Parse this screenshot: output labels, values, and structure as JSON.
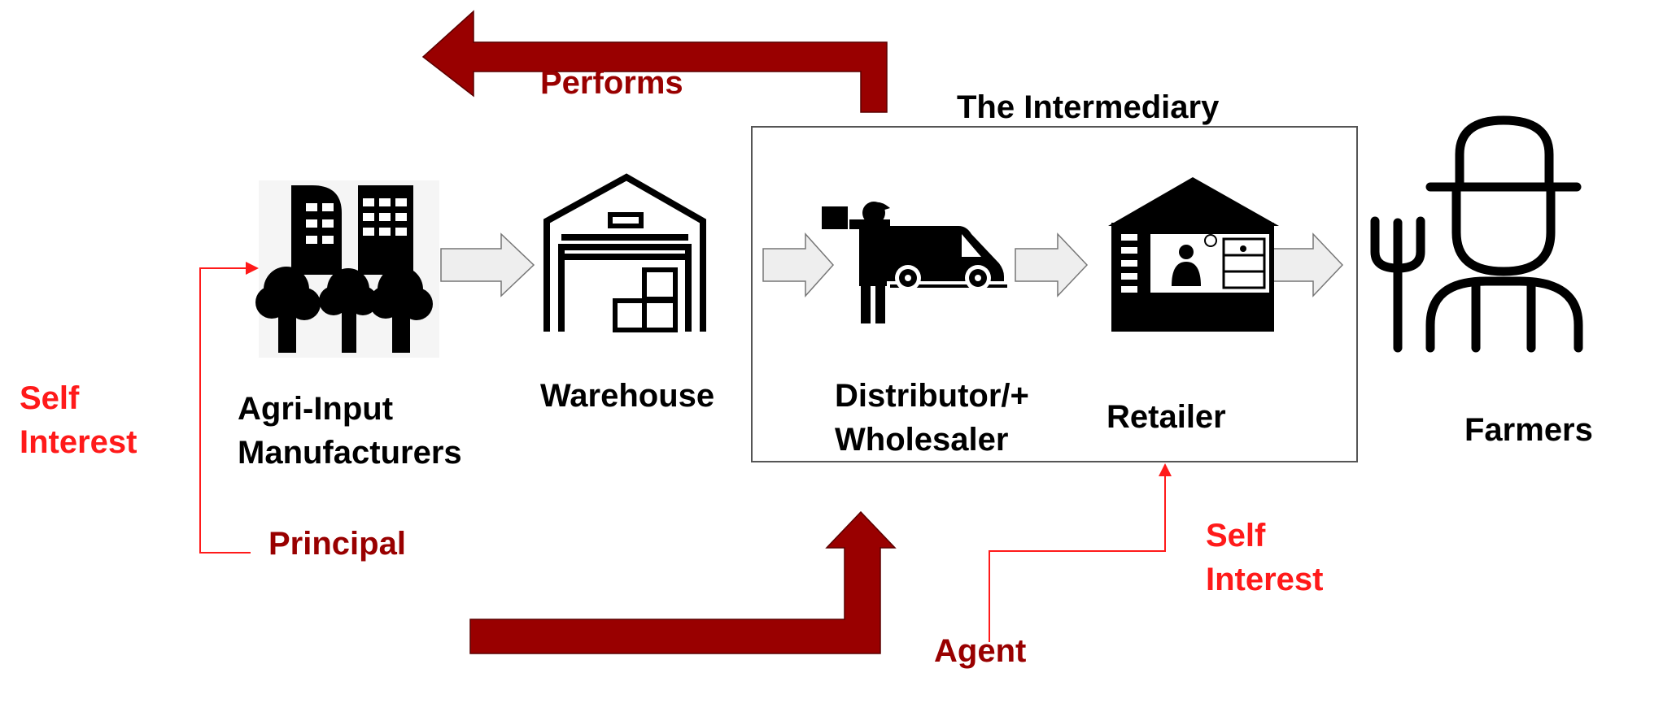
{
  "colors": {
    "dark_red": "#990000",
    "bright_red": "#ff1a1a",
    "black": "#000000",
    "box_border": "#555555",
    "arrow_fill": "#eeeeee",
    "arrow_stroke": "#777777"
  },
  "labels": {
    "performs": "Performs",
    "intermediary": "The Intermediary",
    "self_interest_left_1": "Self",
    "self_interest_left_2": "Interest",
    "agri_input_1": "Agri-Input",
    "agri_input_2": "Manufacturers",
    "warehouse": "Warehouse",
    "distributor_1": "Distributor/+",
    "distributor_2": "Wholesaler",
    "retailer": "Retailer",
    "farmers": "Farmers",
    "principal": "Principal",
    "self_interest_right_1": "Self",
    "self_interest_right_2": "Interest",
    "agent": "Agent"
  },
  "icons": {
    "manufacturers": "factory-icon",
    "warehouse": "warehouse-icon",
    "distributor": "delivery-truck-icon",
    "retailer": "shop-icon",
    "farmer": "farmer-icon"
  }
}
